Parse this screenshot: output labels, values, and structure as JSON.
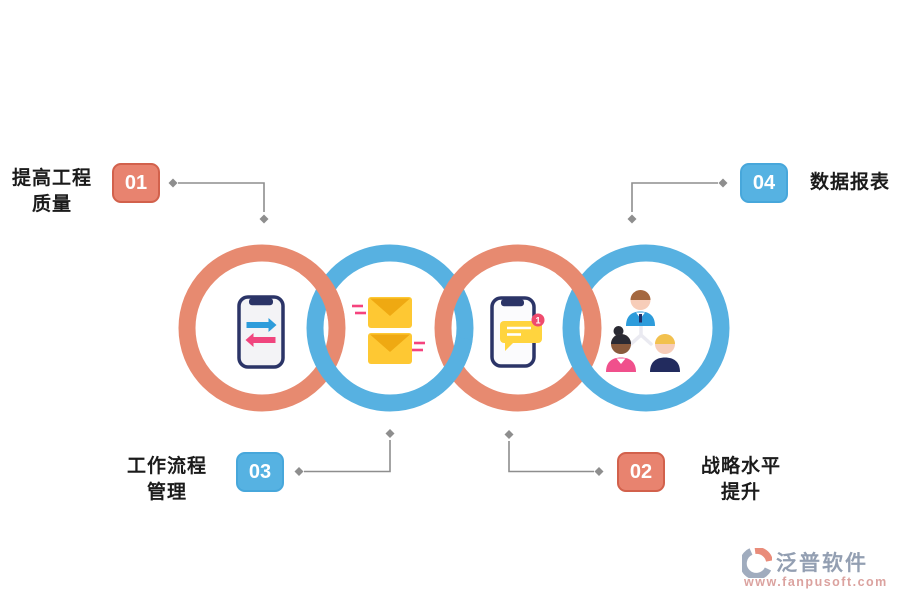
{
  "callouts": [
    {
      "number": "01",
      "lines": [
        "提高工程",
        "质量"
      ],
      "badge_color": "#E8836F",
      "position": "top-left"
    },
    {
      "number": "02",
      "lines": [
        "战略水平",
        "提升"
      ],
      "badge_color": "#E8836F",
      "position": "bottom-right"
    },
    {
      "number": "03",
      "lines": [
        "工作流程",
        "管理"
      ],
      "badge_color": "#56B2E2",
      "position": "bottom-left"
    },
    {
      "number": "04",
      "lines": [
        "数据报表"
      ],
      "badge_color": "#56B2E2",
      "position": "top-right"
    }
  ],
  "rings": [
    {
      "icon": "phone-transfer-icon",
      "color": "#E78A70"
    },
    {
      "icon": "mail-icon",
      "color": "#57B1E1"
    },
    {
      "icon": "chat-phone-icon",
      "color": "#E78A70"
    },
    {
      "icon": "team-icon",
      "color": "#57B1E1"
    }
  ],
  "icons": {
    "chat_badge_count": "1"
  },
  "watermark": {
    "brand": "泛普软件",
    "url": "www.fanpusoft.com"
  },
  "colors": {
    "salmon": "#E78A70",
    "blue": "#57B1E1",
    "connector": "#8E8E8E",
    "text": "#1B1B1B",
    "background": "#FFFFFF"
  }
}
